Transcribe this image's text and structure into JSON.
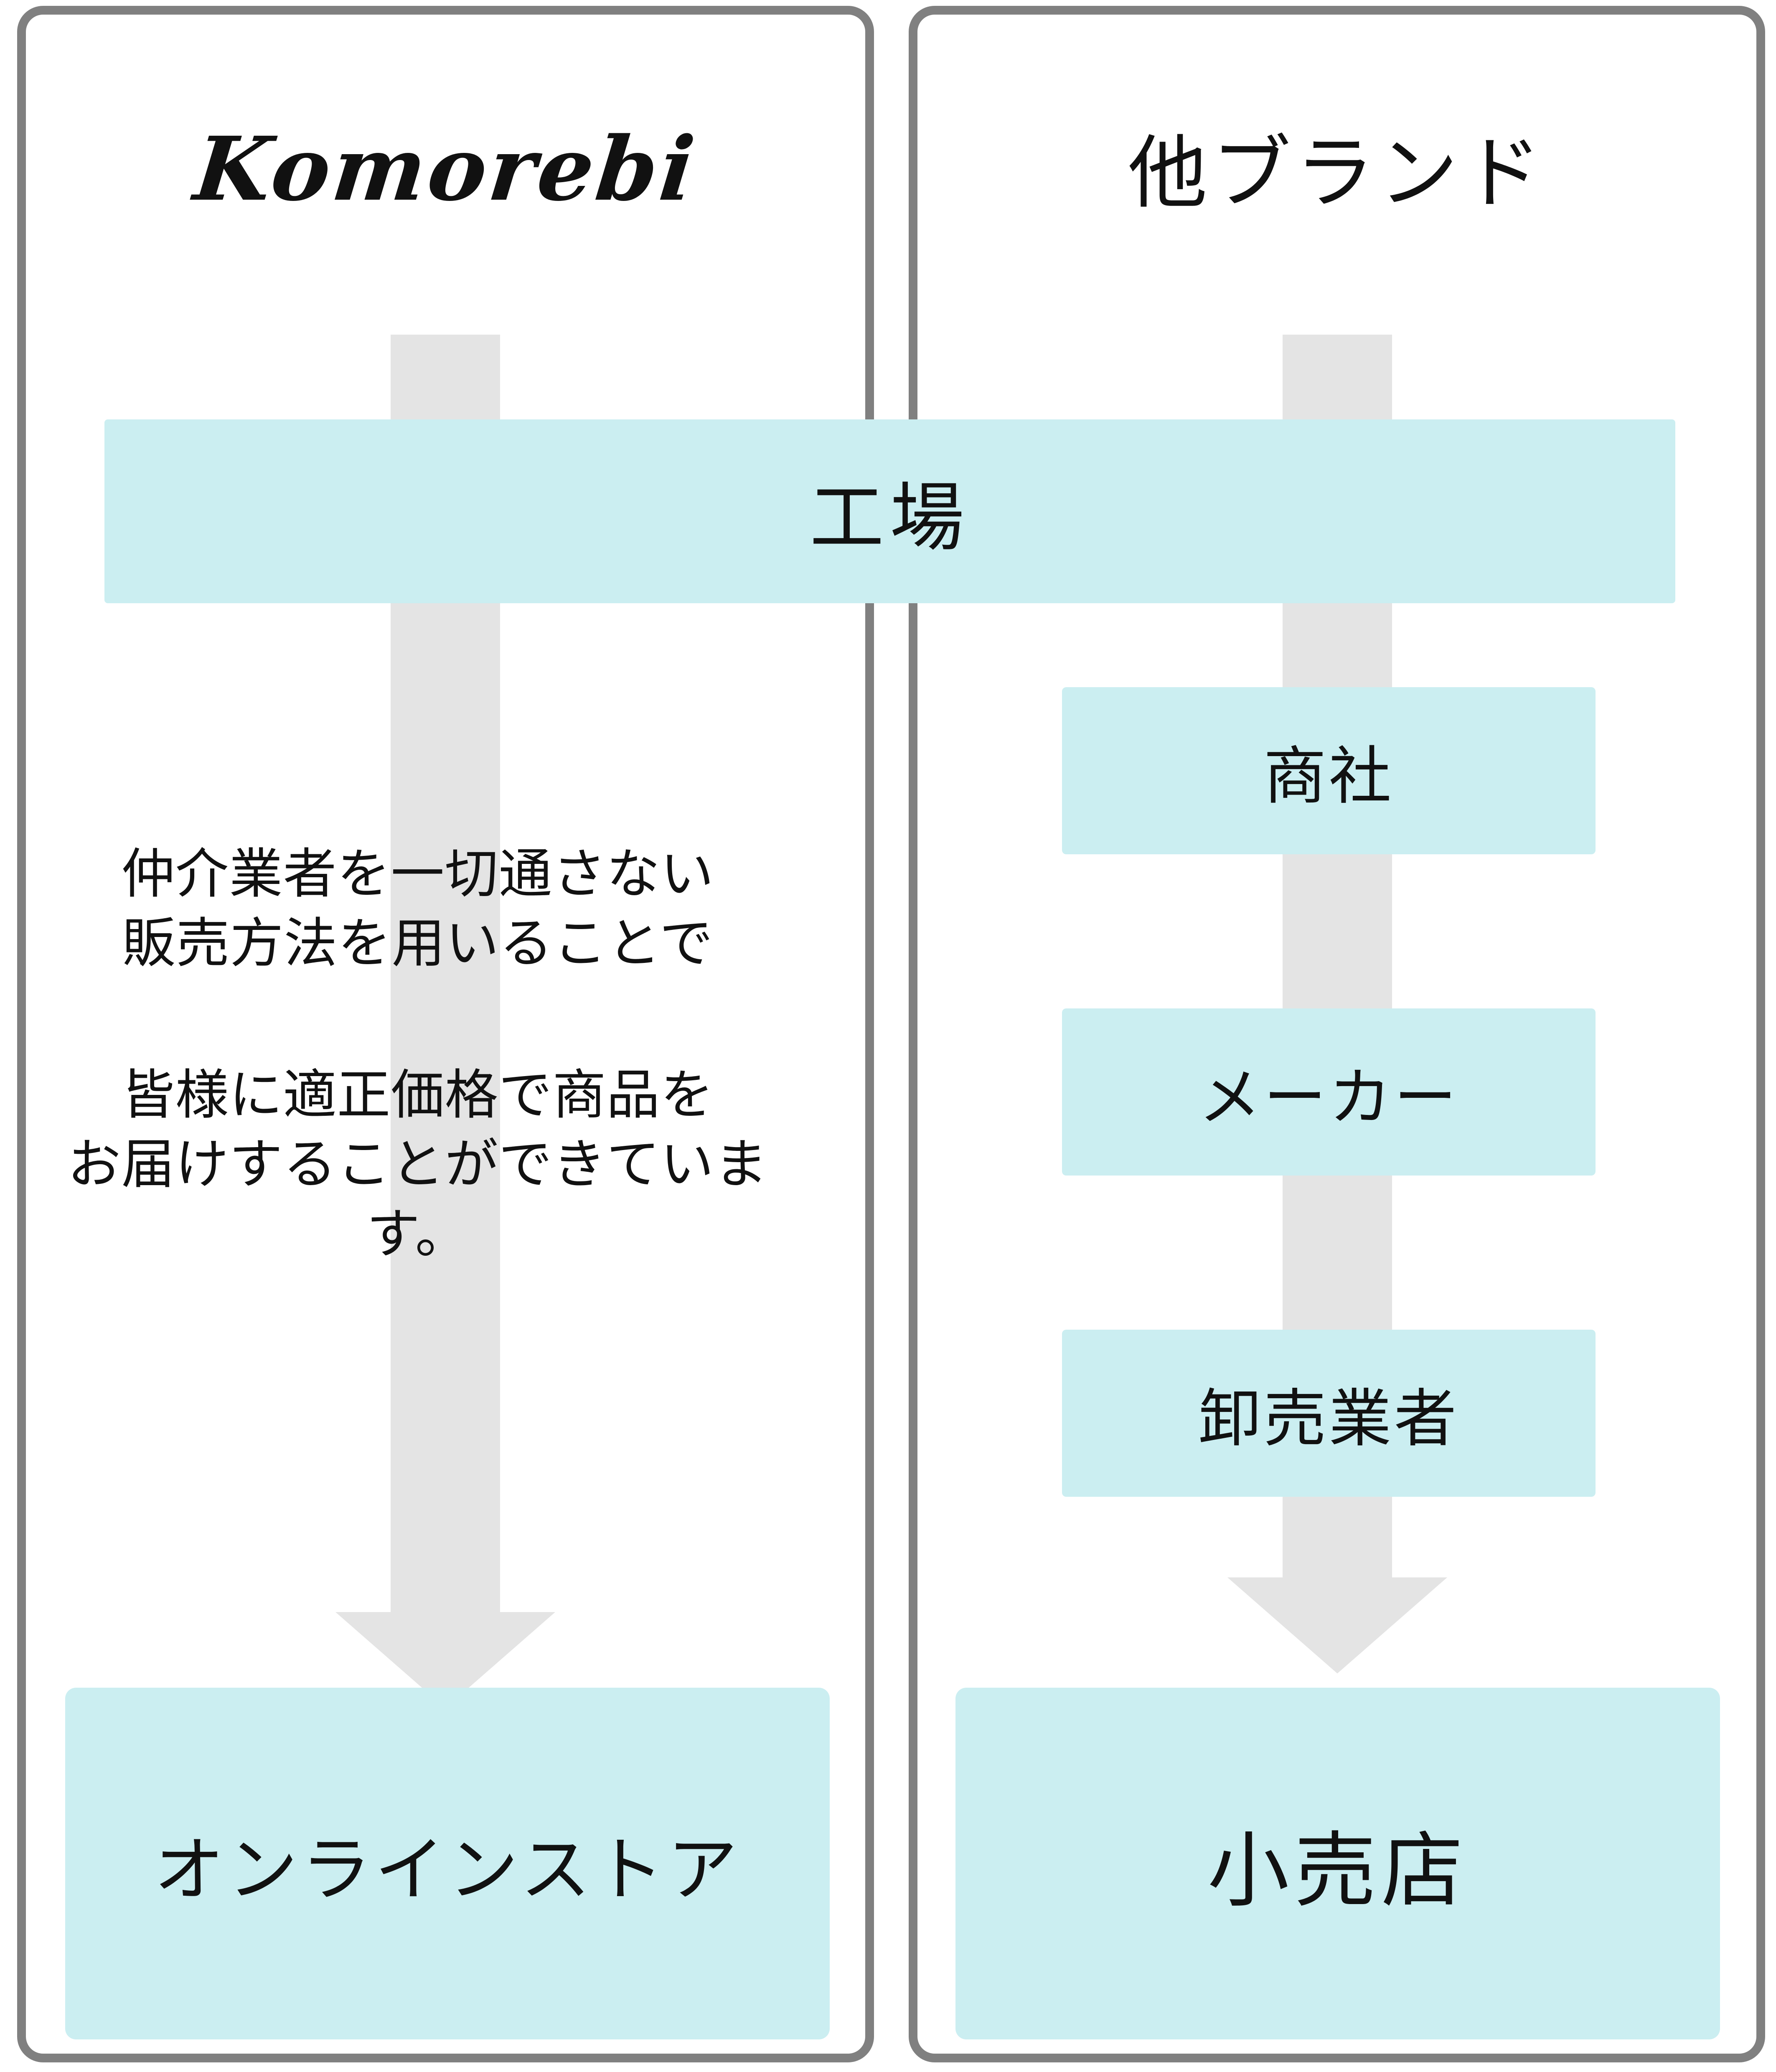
{
  "diagram": {
    "type": "flow-comparison",
    "panels": [
      {
        "id": "komorebi",
        "title": "Komorebi",
        "flow": [
          "工場",
          "オンラインストア"
        ],
        "note_paragraphs": [
          [
            "仲介業者を一切通さない",
            "販売方法を用いることで"
          ],
          [
            "皆様に適正価格で商品を",
            "お届けすることができています。"
          ]
        ]
      },
      {
        "id": "other-brands",
        "title": "他ブランド",
        "flow": [
          "工場",
          "商社",
          "メーカー",
          "卸売業者",
          "小売店"
        ]
      }
    ],
    "shared_node": "工場",
    "nodes": {
      "factory": "工場",
      "trading_company": "商社",
      "maker": "メーカー",
      "wholesaler": "卸売業者",
      "online_store": "オンラインストア",
      "retail_store": "小売店"
    },
    "copy": {
      "p1_l1": "仲介業者を一切通さない",
      "p1_l2": "販売方法を用いることで",
      "p2_l1": "皆様に適正価格で商品を",
      "p2_l2": "お届けすることができています。"
    },
    "colors": {
      "node_fill": "#cbeef1",
      "arrow_fill": "#e4e4e4",
      "panel_border": "#808080",
      "text": "#111111",
      "background": "#ffffff"
    }
  }
}
